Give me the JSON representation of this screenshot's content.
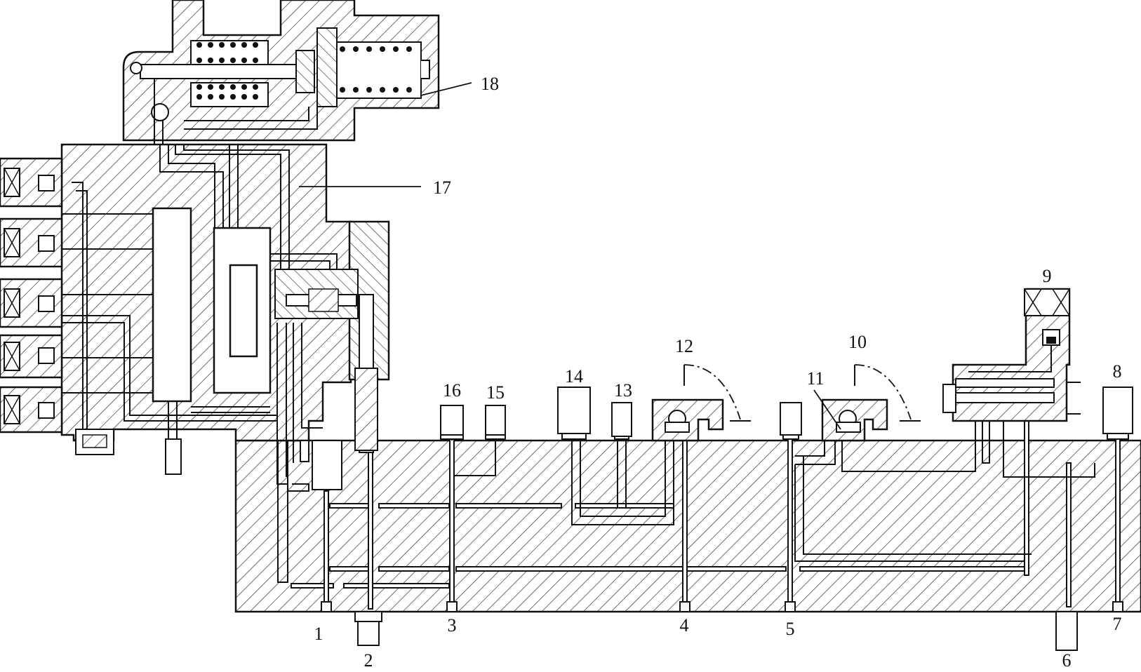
{
  "diagram": {
    "colors": {
      "stroke": "#111111",
      "hatch": "#333333",
      "background": "#ffffff"
    },
    "callouts": {
      "c1": "1",
      "c2": "2",
      "c3": "3",
      "c4": "4",
      "c5": "5",
      "c6": "6",
      "c7": "7",
      "c8": "8",
      "c9": "9",
      "c10": "10",
      "c11": "11",
      "c12": "12",
      "c13": "13",
      "c14": "14",
      "c15": "15",
      "c16": "16",
      "c17": "17",
      "c18": "18"
    }
  }
}
